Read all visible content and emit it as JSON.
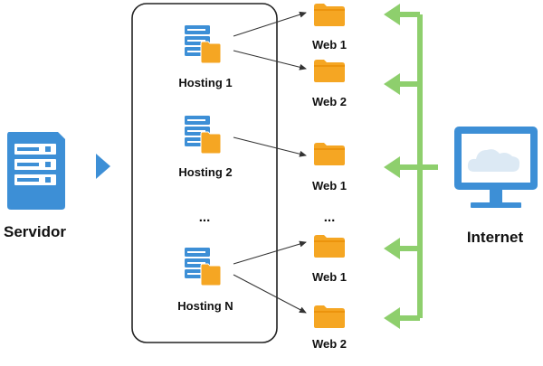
{
  "server": {
    "label": "Servidor",
    "icon": "server-icon"
  },
  "hostings": [
    {
      "label": "Hosting 1",
      "icon": "hosting-server-folder-icon",
      "webs": [
        "Web 1",
        "Web 2"
      ]
    },
    {
      "label": "Hosting 2",
      "icon": "hosting-server-folder-icon",
      "webs": [
        "Web 1"
      ]
    },
    {
      "label": "Hosting N",
      "icon": "hosting-server-folder-icon",
      "webs": [
        "Web 1",
        "Web 2"
      ]
    }
  ],
  "ellipsis": "...",
  "internet": {
    "label": "Internet",
    "icon": "monitor-cloud-icon"
  },
  "colors": {
    "server_blue": "#3d8fd6",
    "folder_orange": "#f5a623",
    "folder_orange_dark": "#e68a00",
    "arrow_green": "#8ecf6d",
    "box_stroke": "#222222",
    "connector": "#333333",
    "cloud": "#dce9f4"
  }
}
